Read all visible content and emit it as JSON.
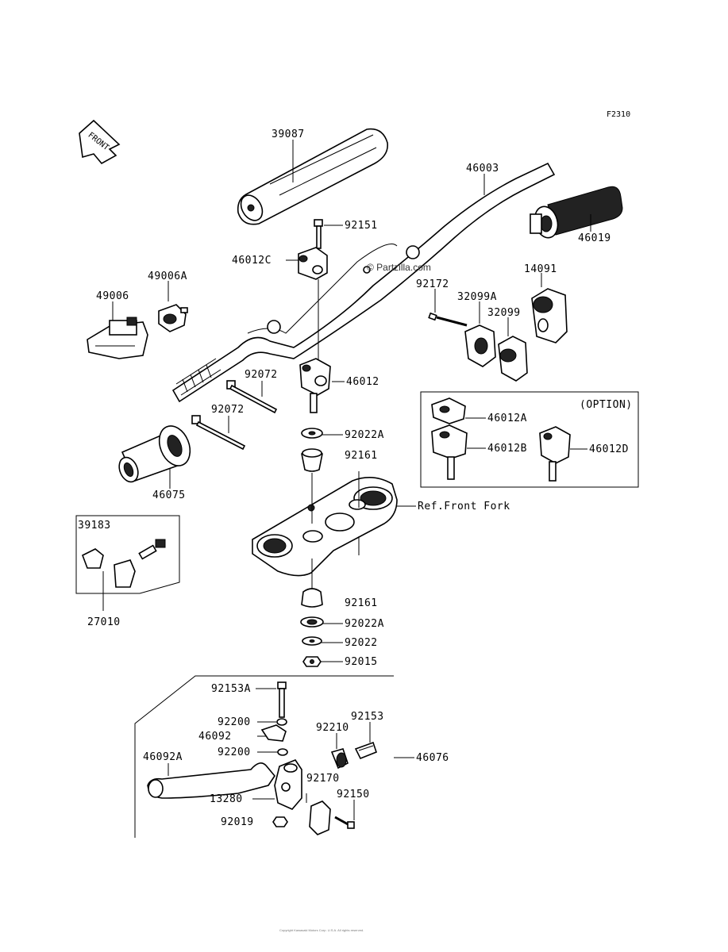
{
  "figure_id": "F2310",
  "front_label": "FRONT",
  "watermark": "© Partzilla.com",
  "option_label": "(OPTION)",
  "ref_front_fork": "Ref.Front Fork",
  "footer_text": "Copyright Kawasaki Motors Corp. U.S.A. All rights reserved.",
  "parts": {
    "p39087": "39087",
    "p46003": "46003",
    "p92151": "92151",
    "p46019": "46019",
    "p46012C": "46012C",
    "p49006A": "49006A",
    "p49006": "49006",
    "p92172": "92172",
    "p14091": "14091",
    "p32099A": "32099A",
    "p32099": "32099",
    "p92072a": "92072",
    "p46012": "46012",
    "p92072b": "92072",
    "p46012A": "46012A",
    "p46012B": "46012B",
    "p46012D": "46012D",
    "p92022A_top": "92022A",
    "p92161_top": "92161",
    "p46075": "46075",
    "p39183": "39183",
    "p27010": "27010",
    "p92161_bot": "92161",
    "p92022A_bot": "92022A",
    "p92022": "92022",
    "p92015": "92015",
    "p92153A": "92153A",
    "p92153": "92153",
    "p92200a": "92200",
    "p92210": "92210",
    "p46092": "46092",
    "p92200b": "92200",
    "p46076": "46076",
    "p46092A": "46092A",
    "p92170": "92170",
    "p13280": "13280",
    "p92150": "92150",
    "p92019": "92019"
  }
}
